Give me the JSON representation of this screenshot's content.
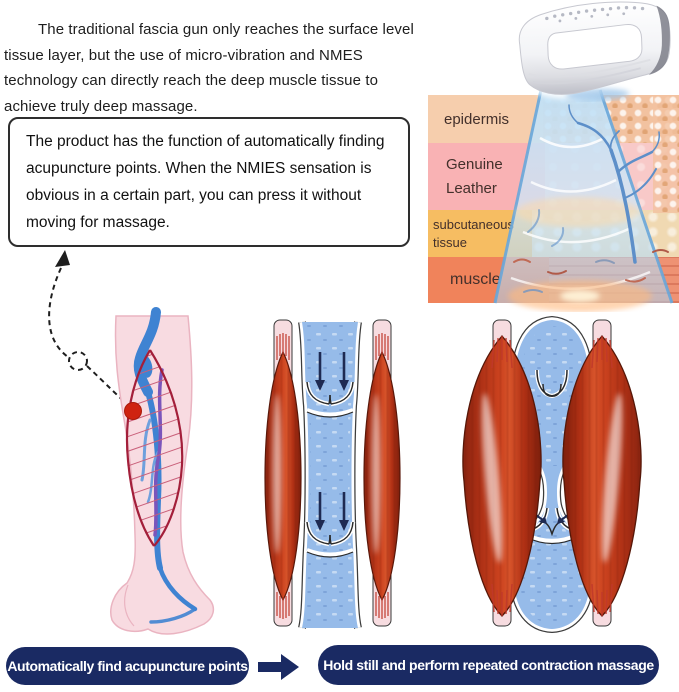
{
  "intro": {
    "text": "The traditional fascia gun only reaches the surface level tissue layer, but the use of micro-vibration and NMES technology can directly reach the deep muscle tissue to achieve truly deep massage."
  },
  "callout": {
    "text": "The product has the function of automatically finding acupuncture points. When the NMIES sensation is obvious in a certain part, you can press it without moving for massage."
  },
  "skin_diagram": {
    "layers": [
      {
        "label": "epidermis",
        "color": "#f6cead"
      },
      {
        "label": "Genuine Leather",
        "color": "#f9b2b4"
      },
      {
        "label": "subcutaneous tissue",
        "color": "#f6bd62"
      },
      {
        "label": "muscle",
        "color": "#f0835b"
      }
    ],
    "device": "gua-sha NMES massager",
    "beam_color": "#a9d2ef"
  },
  "steps": {
    "first": "Automatically find acupuncture points",
    "second": "Hold still and perform repeated contraction massage",
    "pill_color": "#1a2a63"
  },
  "figure_colors": {
    "muscle_red": "#c6401d",
    "vein_blue": "#96bbe9",
    "leg_skin_pink": "#f8dbe1",
    "acupoint_red": "#cf2310"
  }
}
